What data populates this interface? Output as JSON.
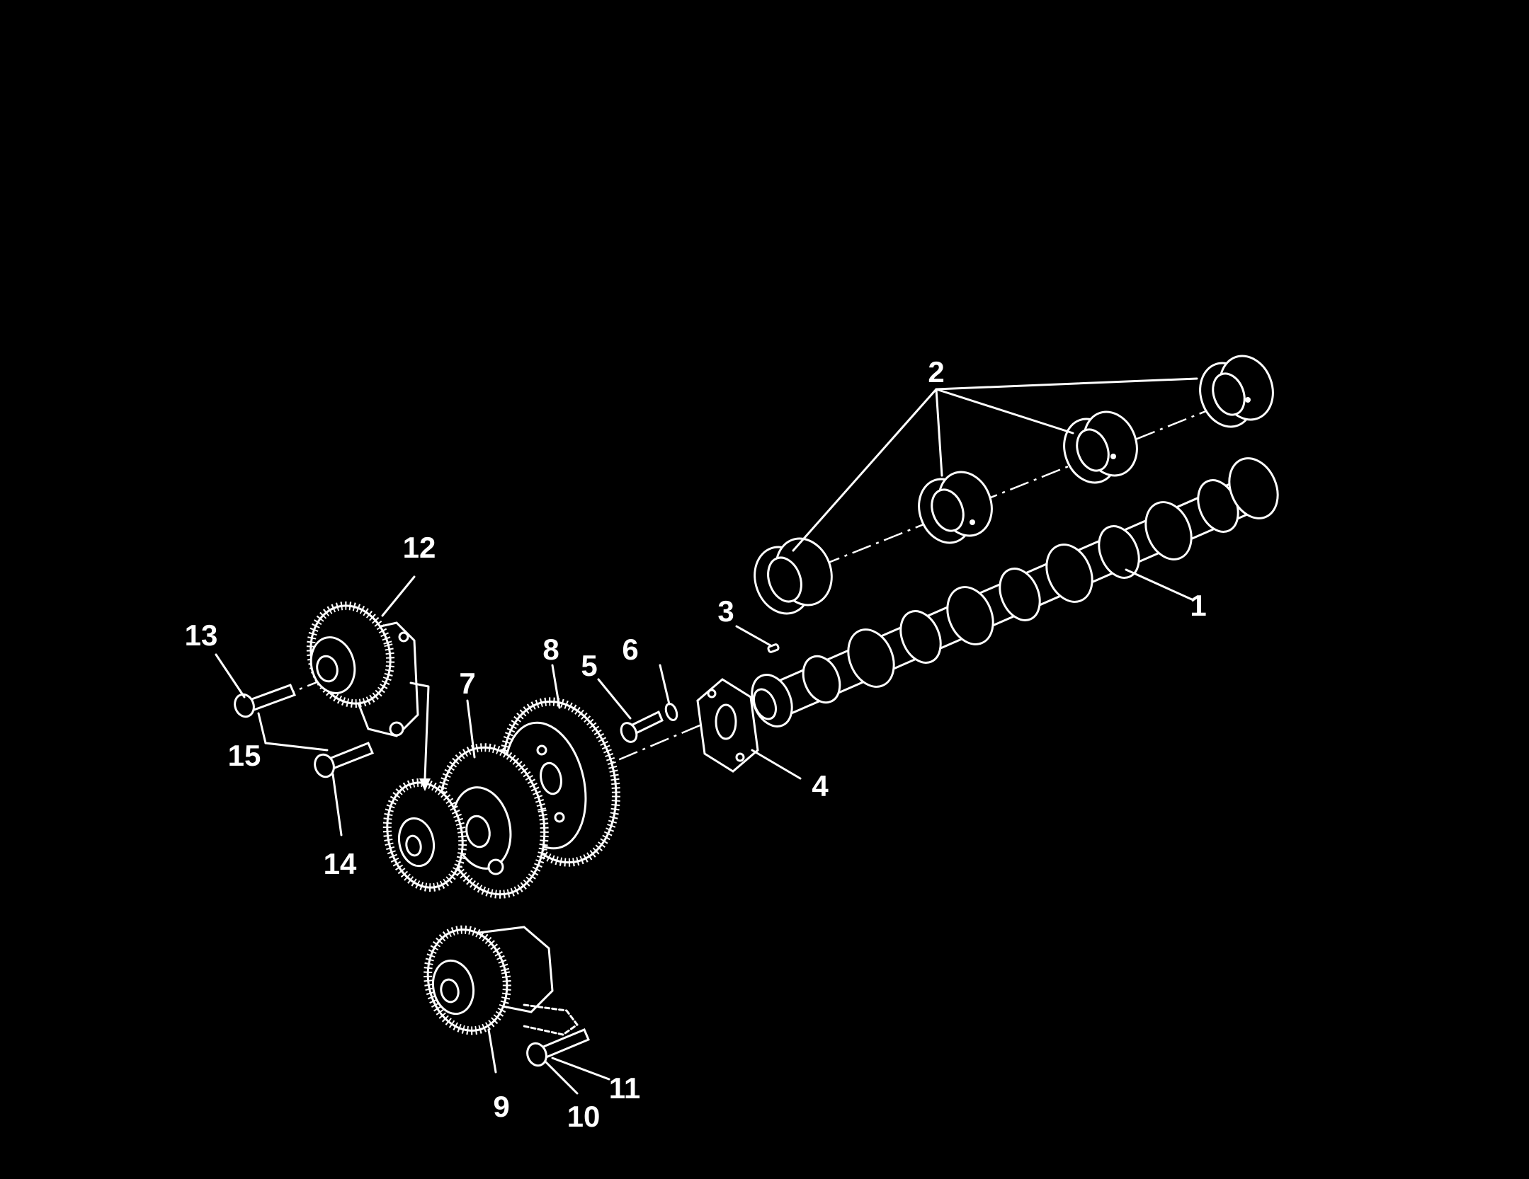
{
  "colors": {
    "background": "#000000",
    "ink": "#ffffff"
  },
  "callouts": {
    "c1": "1",
    "c2": "2",
    "c3": "3",
    "c4": "4",
    "c5": "5",
    "c6": "6",
    "c7": "7",
    "c8": "8",
    "c9": "9",
    "c10": "10",
    "c11": "11",
    "c12": "12",
    "c13": "13",
    "c14": "14",
    "c15": "15"
  }
}
